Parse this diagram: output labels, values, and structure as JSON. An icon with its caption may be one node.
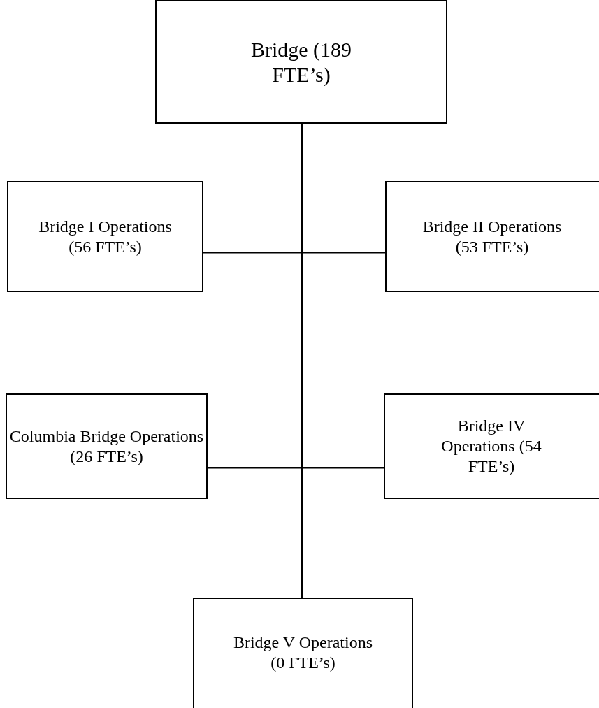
{
  "diagram": {
    "nodes": [
      {
        "text": [
          "Bridge (189 FTE’s)"
        ]
      },
      {
        "text": [
          "Bridge I Operations (56 FTE’s)"
        ]
      },
      {
        "text": [
          "Bridge II Operations (53 FTE’s)"
        ]
      },
      {
        "text": [
          "Columbia Bridge Operations (26 FTE’s)"
        ]
      },
      {
        "text": [
          "Bridge IV Operations (54 FTE’s)"
        ]
      },
      {
        "text": [
          "Bridge V Operations (0 FTE’s)"
        ]
      }
    ],
    "edges": [
      {
        "from": 0,
        "to": 1,
        "arrow": "none"
      },
      {
        "from": 0,
        "to": 2,
        "arrow": "none"
      },
      {
        "from": 0,
        "to": 3,
        "arrow": "none"
      },
      {
        "from": 0,
        "to": 4,
        "arrow": "none"
      },
      {
        "from": 0,
        "to": 5,
        "arrow": "none"
      }
    ]
  }
}
